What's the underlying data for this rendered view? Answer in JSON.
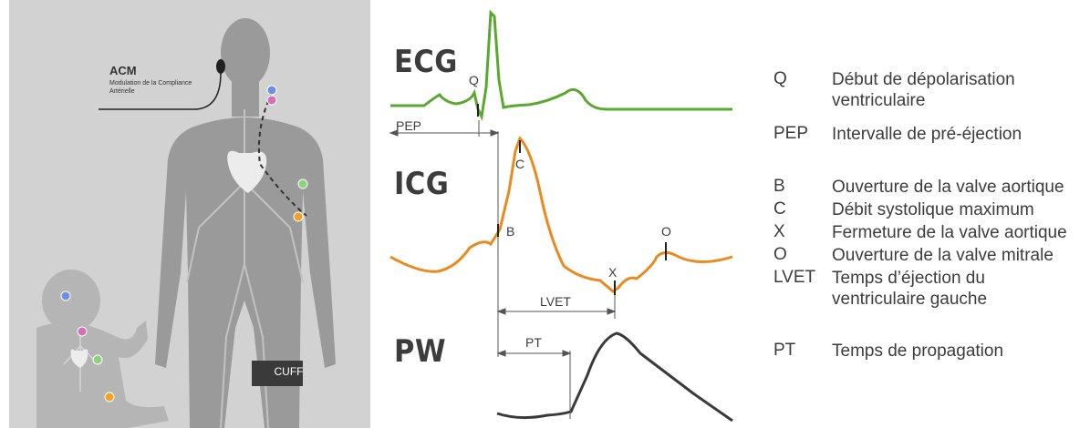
{
  "left": {
    "acm_title": "ACM",
    "acm_subtitle": "Modulation de la Compliance Artérielle",
    "cuff_label": "CUFF"
  },
  "traces": {
    "ecg": "ECG",
    "icg": "ICG",
    "pw": "PW"
  },
  "wave_labels": {
    "q": "Q",
    "pep": "PEP",
    "c": "C",
    "b": "B",
    "o": "O",
    "x": "X",
    "lvet": "LVET",
    "pt": "PT"
  },
  "legend": [
    {
      "key": "Q",
      "desc": "Début de dépolarisation ventriculaire"
    },
    {
      "key": "PEP",
      "desc": "Intervalle de pré-éjection"
    },
    {
      "key": "B",
      "desc": "Ouverture de la valve aortique"
    },
    {
      "key": "C",
      "desc": "Débit systolique maximum"
    },
    {
      "key": "X",
      "desc": "Fermeture de la valve aortique"
    },
    {
      "key": "O",
      "desc": "Ouverture de la valve mitrale"
    },
    {
      "key": "LVET",
      "desc": "Temps d’éjection du ventriculaire gauche"
    },
    {
      "key": "PT",
      "desc": "Temps de propagation"
    }
  ],
  "colors": {
    "ecg": "#5aa830",
    "icg": "#ea8a1e",
    "pw": "#3a3a3a",
    "sensor_blue": "#6f8fd8",
    "sensor_pink": "#d66fb3",
    "sensor_green": "#8fd27c",
    "sensor_orange": "#f0a126"
  }
}
